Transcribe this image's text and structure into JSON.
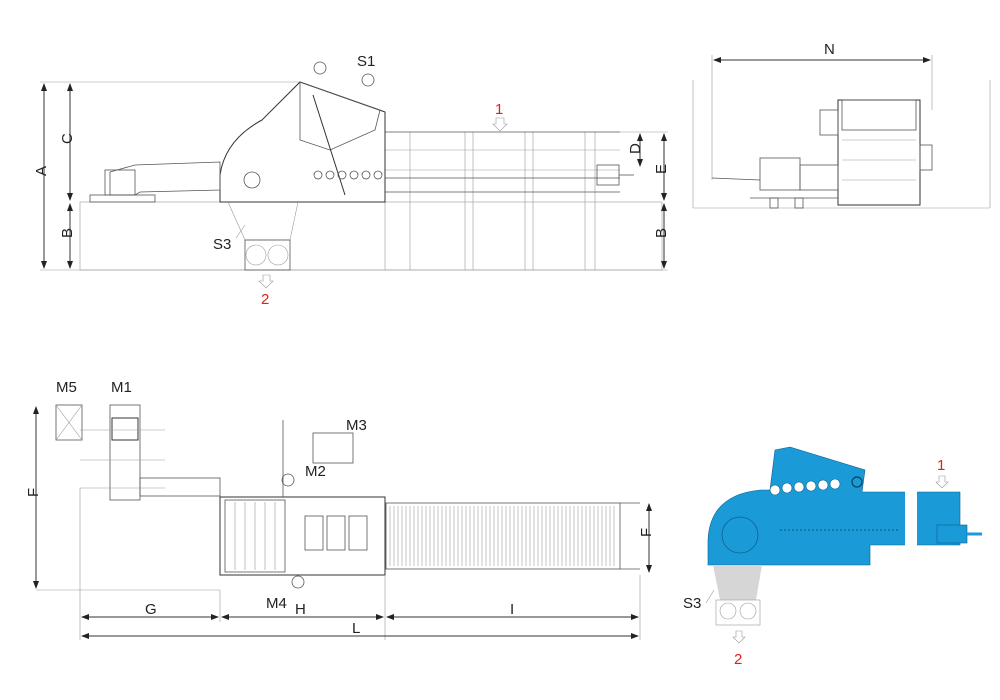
{
  "colors": {
    "machine_blue": "#1b9ad8",
    "marker_red": "#e0201b",
    "line": "#555555",
    "hopper_grey": "#d6d6d6"
  },
  "side_view": {
    "dimensions": {
      "a": "A",
      "c": "C",
      "b_left": "B",
      "d": "D",
      "e": "E",
      "b_right": "B"
    },
    "callouts": {
      "s1": "S1",
      "s3": "S3"
    },
    "markers": {
      "input": "1",
      "output": "2"
    }
  },
  "end_view": {
    "dimensions": {
      "n": "N"
    }
  },
  "plan_view": {
    "components": {
      "m5": "M5",
      "m1": "M1",
      "m3": "M3",
      "m2": "M2",
      "m4": "M4"
    },
    "dimensions": {
      "f_left": "F",
      "f_right": "F",
      "g": "G",
      "h": "H",
      "i": "I",
      "l": "L"
    }
  },
  "color_view": {
    "callouts": {
      "s3": "S3"
    },
    "markers": {
      "input": "1",
      "output": "2"
    }
  }
}
